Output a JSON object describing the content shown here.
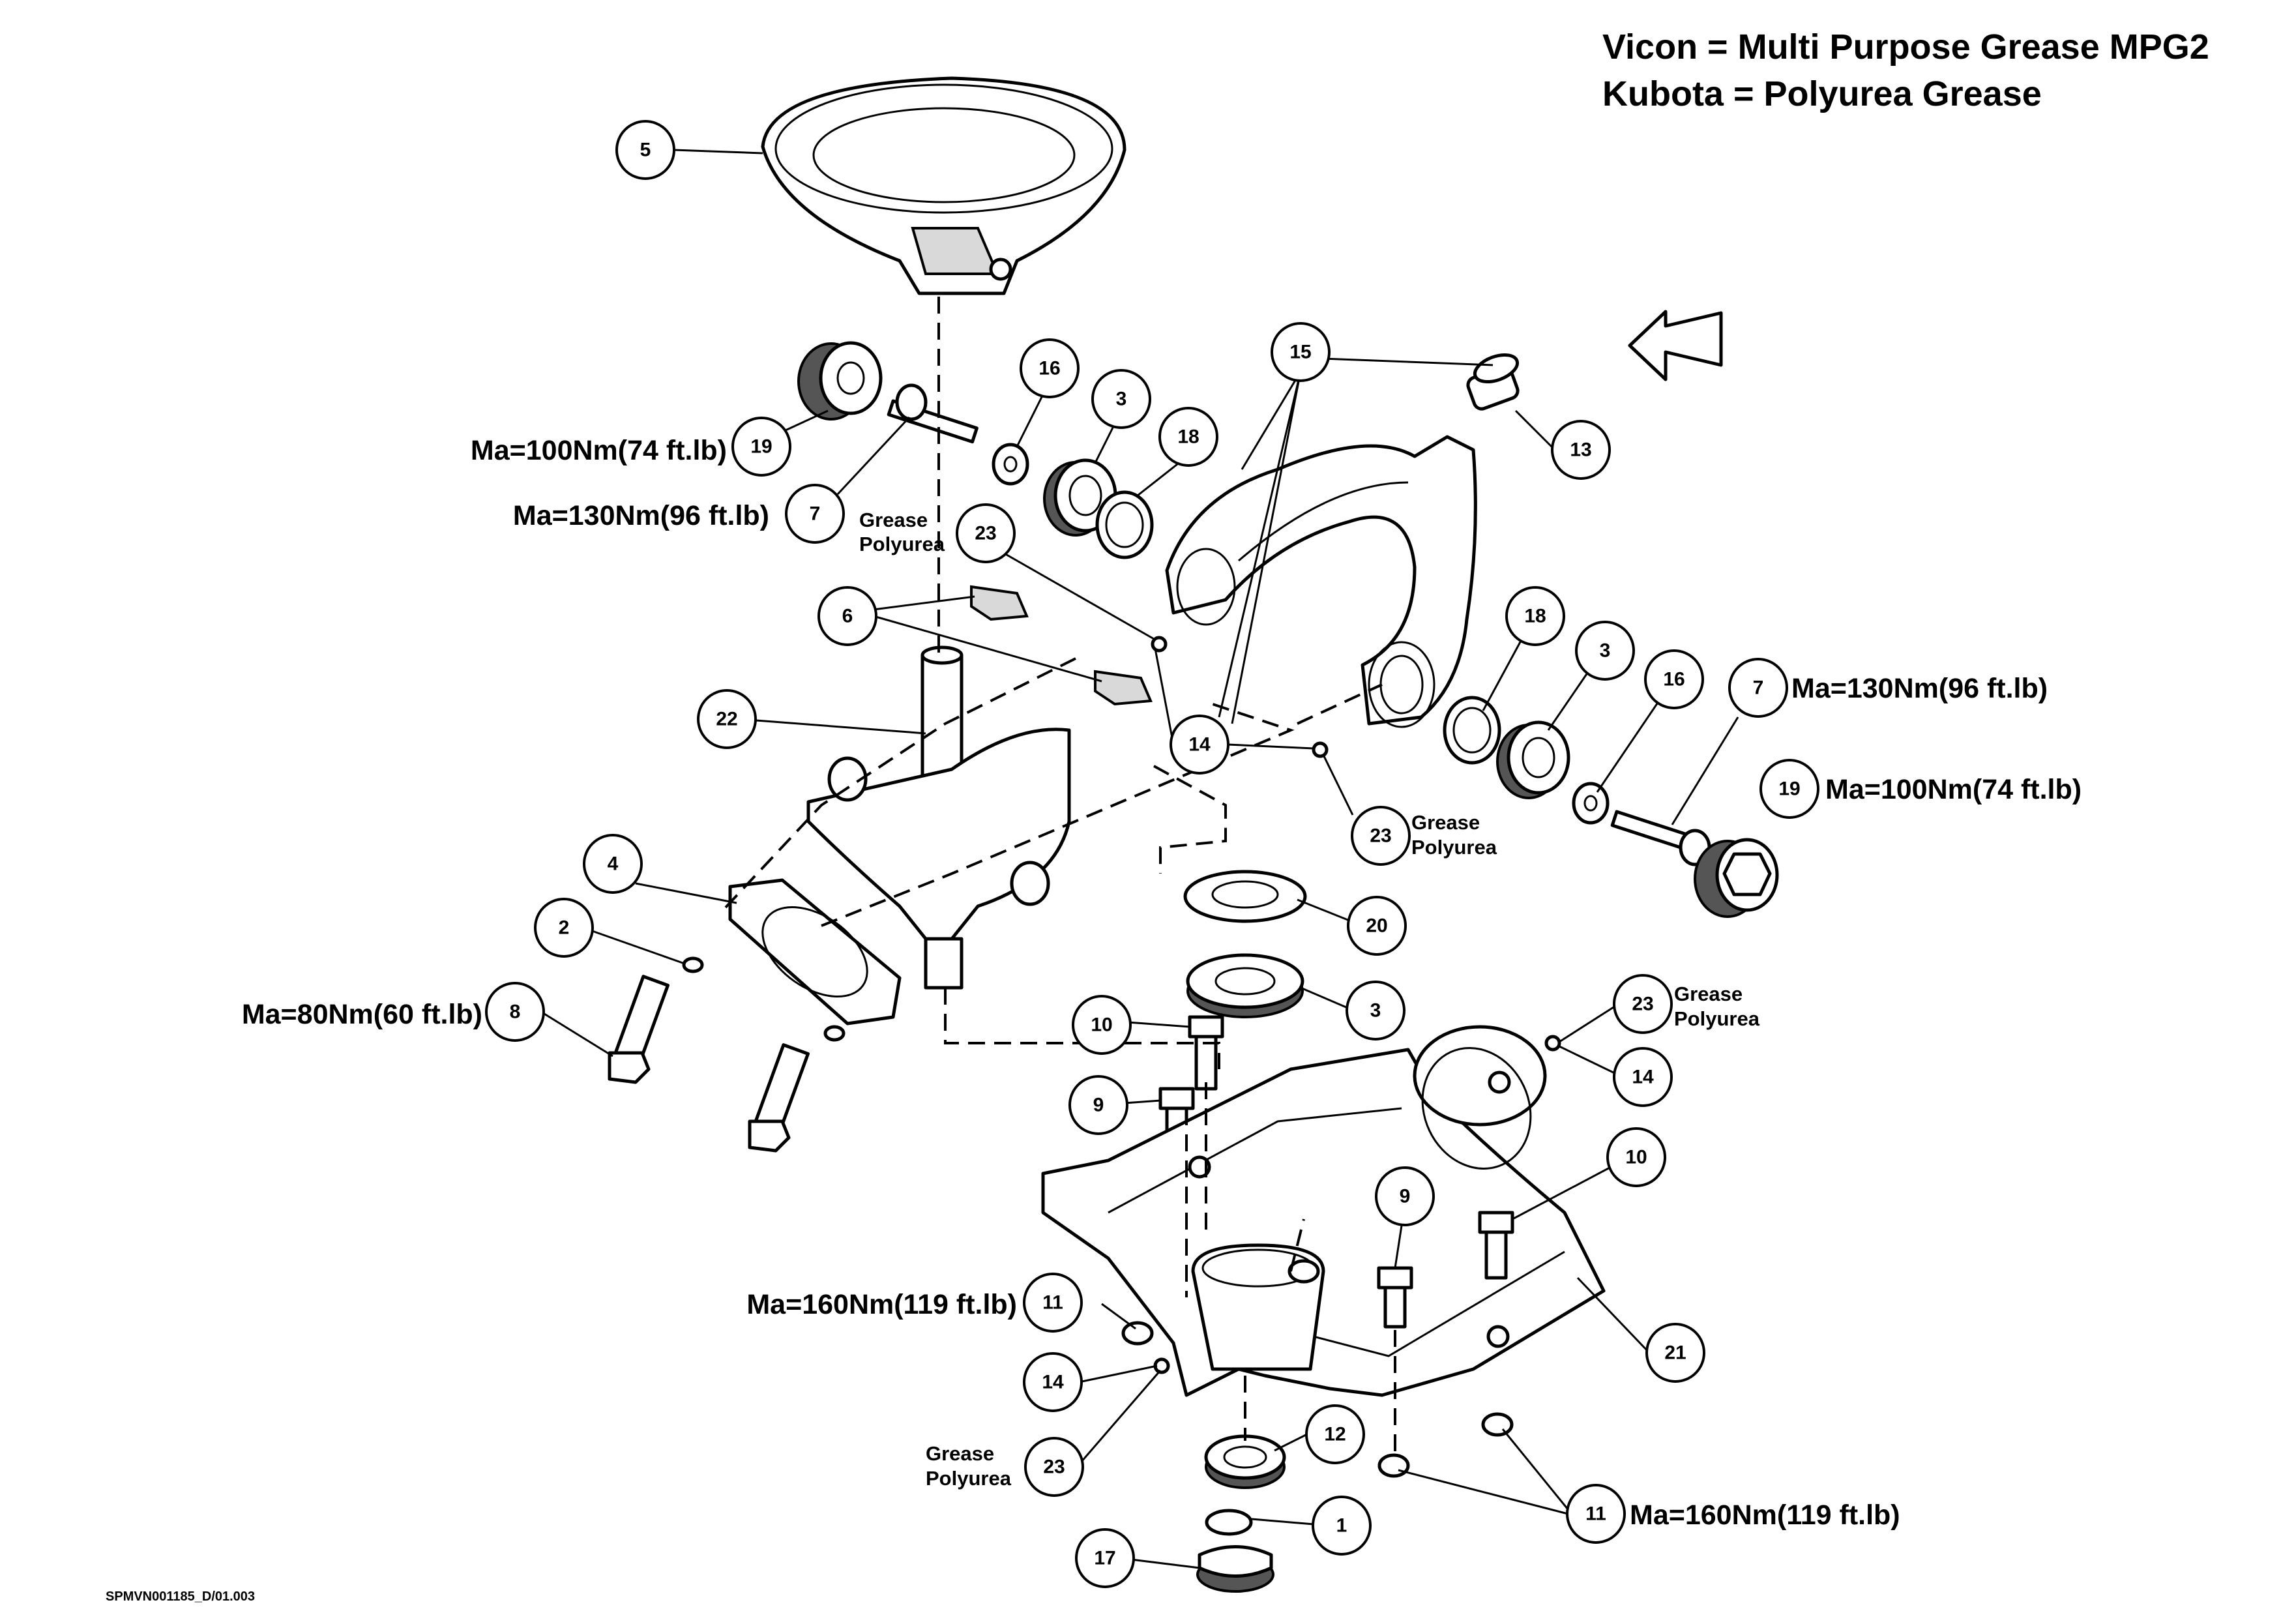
{
  "header": {
    "line1": "Vicon = Multi Purpose Grease MPG2",
    "line2": "Kubota = Polyurea Grease"
  },
  "drawing_code": "SPMVN001185_D/01.003",
  "torque_labels": {
    "t19_left": "Ma=100Nm(74 ft.lb)",
    "t7_left": "Ma=130Nm(96 ft.lb)",
    "t7_right": "Ma=130Nm(96 ft.lb)",
    "t19_right": "Ma=100Nm(74 ft.lb)",
    "t8": "Ma=80Nm(60 ft.lb)",
    "t11_left": "Ma=160Nm(119 ft.lb)",
    "t11_right": "Ma=160Nm(119 ft.lb)"
  },
  "grease_notes": [
    {
      "line1": "Grease",
      "line2": "Polyurea"
    },
    {
      "line1": "Grease",
      "line2": "Polyurea"
    },
    {
      "line1": "Grease",
      "line2": "Polyurea"
    },
    {
      "line1": "Grease",
      "line2": "Polyurea"
    }
  ],
  "balloons": [
    {
      "label": "5"
    },
    {
      "label": "19"
    },
    {
      "label": "7"
    },
    {
      "label": "16"
    },
    {
      "label": "3"
    },
    {
      "label": "18"
    },
    {
      "label": "15"
    },
    {
      "label": "13"
    },
    {
      "label": "23"
    },
    {
      "label": "6"
    },
    {
      "label": "22"
    },
    {
      "label": "14"
    },
    {
      "label": "18"
    },
    {
      "label": "3"
    },
    {
      "label": "16"
    },
    {
      "label": "7"
    },
    {
      "label": "19"
    },
    {
      "label": "23"
    },
    {
      "label": "4"
    },
    {
      "label": "2"
    },
    {
      "label": "8"
    },
    {
      "label": "20"
    },
    {
      "label": "3"
    },
    {
      "label": "10"
    },
    {
      "label": "9"
    },
    {
      "label": "23"
    },
    {
      "label": "14"
    },
    {
      "label": "10"
    },
    {
      "label": "9"
    },
    {
      "label": "11"
    },
    {
      "label": "14"
    },
    {
      "label": "21"
    },
    {
      "label": "23"
    },
    {
      "label": "12"
    },
    {
      "label": "11"
    },
    {
      "label": "1"
    },
    {
      "label": "17"
    }
  ]
}
